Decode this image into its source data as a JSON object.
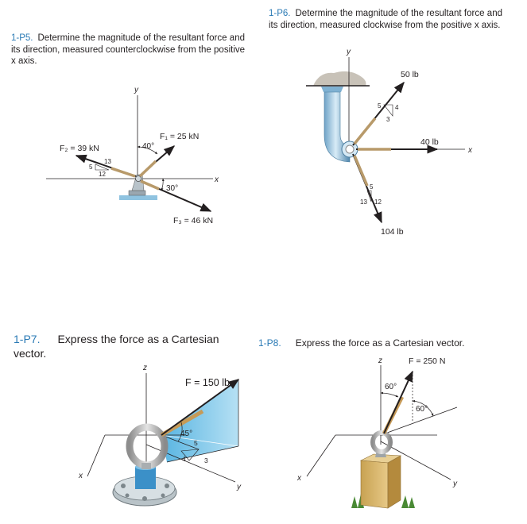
{
  "problems": [
    {
      "number": "1-P5.",
      "text": "Determine the magnitude of the resultant force and its direction, measured counterclockwise from the positive x axis."
    },
    {
      "number": "1-P6.",
      "text": "Determine the magnitude of the resultant force and its direction, measured clockwise from the positive x axis."
    },
    {
      "number": "1-P7.",
      "text": "Express the force as a Cartesian vector."
    },
    {
      "number": "1-P8.",
      "text": "Express the force as a Cartesian vector."
    }
  ],
  "fig_p5": {
    "axis_y": "y",
    "axis_x": "x",
    "f1": "F₁ = 25 kN",
    "f2": "F₂ = 39 kN",
    "f3": "F₃ = 46 kN",
    "angle_f1": "40°",
    "angle_f3": "30°",
    "tri_5": "5",
    "tri_12": "12",
    "tri_13": "13"
  },
  "fig_p6": {
    "axis_y": "y",
    "axis_x": "x",
    "f_top": "50 lb",
    "f_right": "40 lb",
    "f_bottom": "104 lb",
    "tri1_5": "5",
    "tri1_4": "4",
    "tri1_3": "3",
    "tri2_5": "5",
    "tri2_13": "13",
    "tri2_12": "12"
  },
  "fig_p7": {
    "axis_z": "z",
    "axis_x": "x",
    "axis_y": "y",
    "force": "F = 150 lb",
    "angle": "45°",
    "tri_5": "5",
    "tri_4": "4",
    "tri_3": "3"
  },
  "fig_p8": {
    "axis_z": "z",
    "axis_x": "x",
    "axis_y": "y",
    "force": "F = 250 N",
    "angle_a": "60°",
    "angle_b": "60°"
  }
}
